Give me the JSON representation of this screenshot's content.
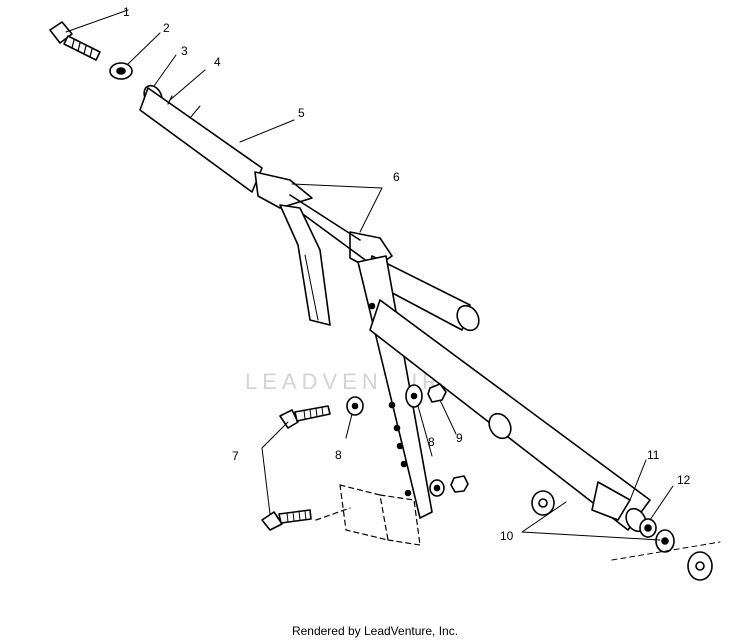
{
  "diagram": {
    "watermark": "LEADVENTURE",
    "callouts": [
      "1",
      "2",
      "3",
      "4",
      "5",
      "6",
      "7",
      "8",
      "8",
      "9",
      "10",
      "11",
      "12"
    ]
  },
  "footer": {
    "caption": "Rendered by LeadVenture, Inc."
  }
}
